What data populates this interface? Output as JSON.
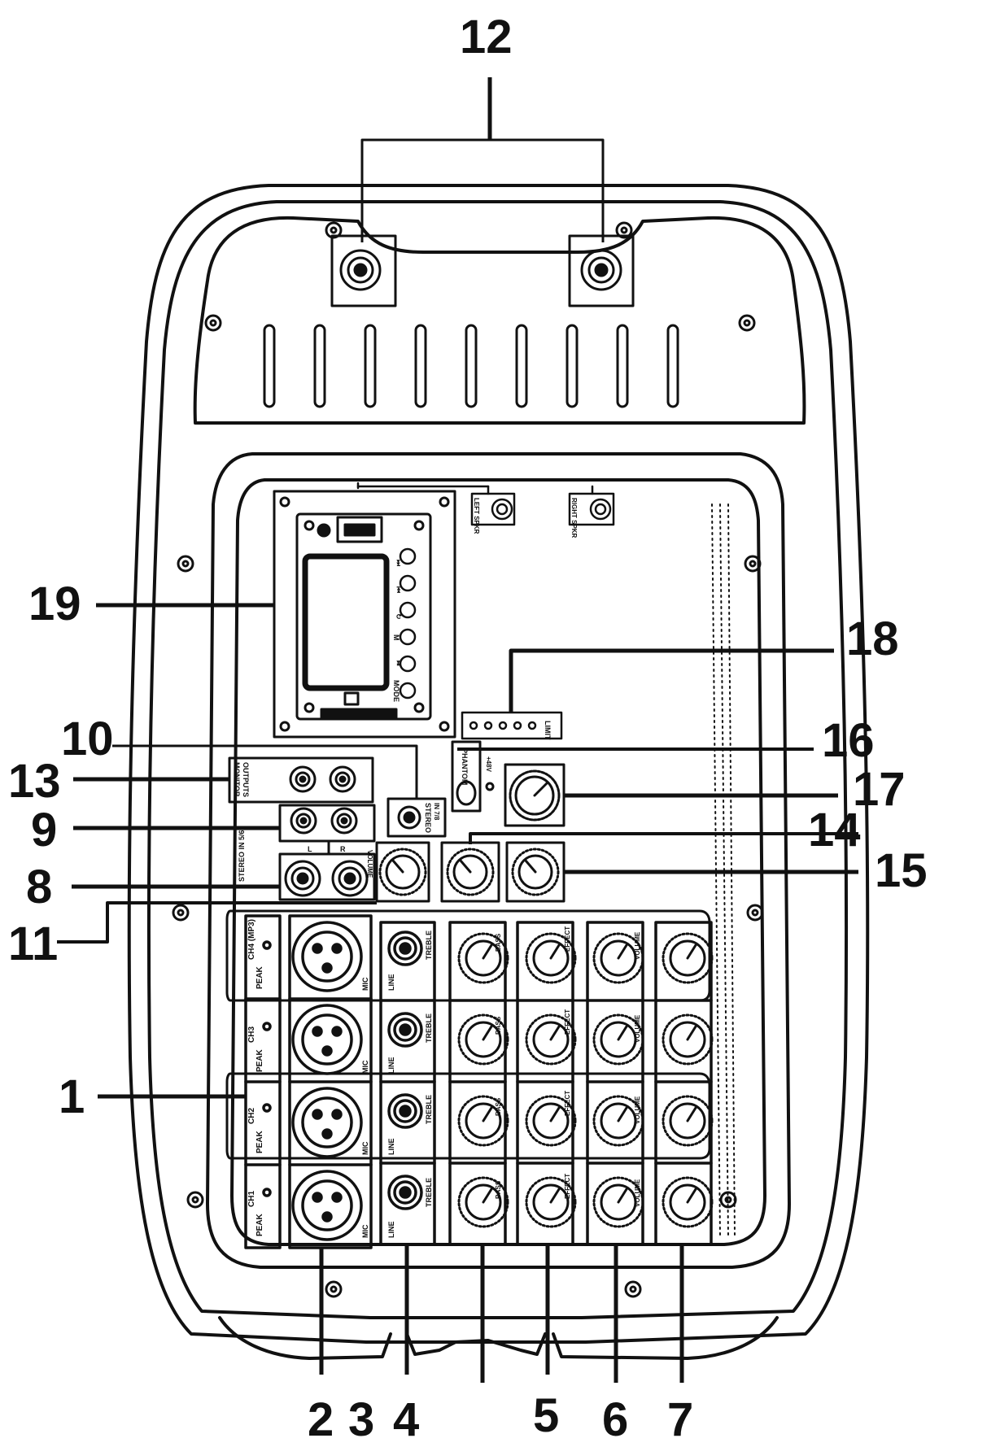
{
  "callouts": {
    "c1": "1",
    "c2": "2",
    "c3": "3",
    "c4": "4",
    "c5": "5",
    "c6": "6",
    "c7": "7",
    "c8": "8",
    "c9": "9",
    "c10": "10",
    "c11": "11",
    "c12": "12",
    "c13": "13",
    "c14": "14",
    "c15": "15",
    "c16": "16",
    "c17": "17",
    "c18": "18",
    "c19": "19"
  },
  "panel": {
    "left_spkr": "LEFT SPKR",
    "right_spkr": "RIGHT SPKR",
    "monitor_outputs_1": "MONITOR",
    "monitor_outputs_2": "OUTPUTS",
    "stereo_56": "STEREO IN 5/6",
    "stereo_78_1": "STEREO",
    "stereo_78_2": "IN 7/8",
    "phantom": "PHANTOM",
    "v48": "+48V",
    "limit": "LIMIT",
    "mode": "MODE",
    "m": "M",
    "l": "L",
    "r": "R",
    "volume": "VOLUME"
  },
  "channels": [
    {
      "name": "CH4 (MP3)",
      "peak": "PEAK",
      "mic": "MIC",
      "line": "LINE",
      "treble": "TREBLE",
      "bass": "BASS",
      "effect": "EFFECT",
      "volume": "VOLUME"
    },
    {
      "name": "CH3",
      "peak": "PEAK",
      "mic": "MIC",
      "line": "LINE",
      "treble": "TREBLE",
      "bass": "BASS",
      "effect": "EFFECT",
      "volume": "VOLUME"
    },
    {
      "name": "CH2",
      "peak": "PEAK",
      "mic": "MIC",
      "line": "LINE",
      "treble": "TREBLE",
      "bass": "BASS",
      "effect": "EFFECT",
      "volume": "VOLUME"
    },
    {
      "name": "CH1",
      "peak": "PEAK",
      "mic": "MIC",
      "line": "LINE",
      "treble": "TREBLE",
      "bass": "BASS",
      "effect": "EFFECT",
      "volume": "VOLUME"
    }
  ]
}
